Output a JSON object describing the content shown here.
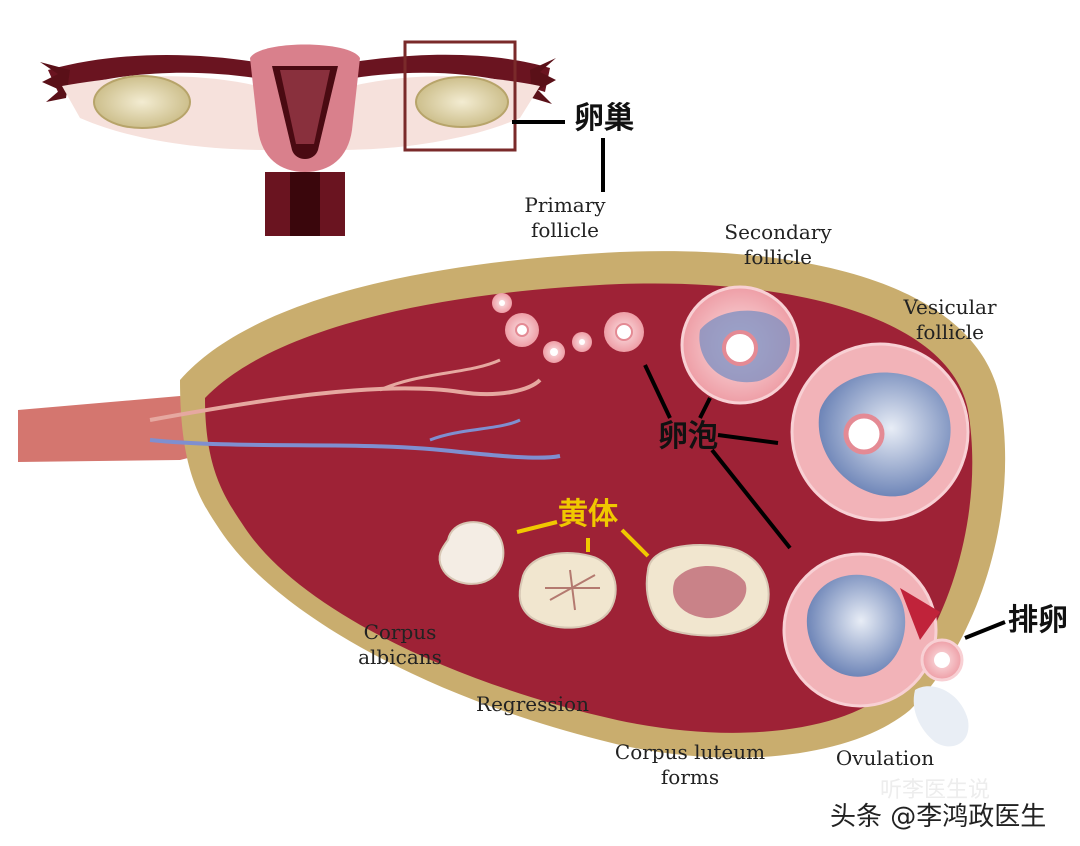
{
  "labels": {
    "primary_follicle": [
      "Primary",
      "follicle"
    ],
    "secondary_follicle": [
      "Secondary",
      "follicle"
    ],
    "vesicular_follicle": [
      "Vesicular",
      "follicle"
    ],
    "corpus_albicans": [
      "Corpus",
      "albicans"
    ],
    "regression": "Regression",
    "corpus_luteum_forms": [
      "Corpus luteum",
      "forms"
    ],
    "ovulation": "Ovulation"
  },
  "chinese_labels": {
    "ovary": "卵巢",
    "follicle": "卵泡",
    "corpus_luteum": "黄体",
    "ovulation": "排卵"
  },
  "watermark": {
    "faint": "听李医生说",
    "credit": "头条 @李鸿政医生"
  },
  "colors": {
    "ovary_capsule": "#c9ad6e",
    "ovary_interior": "#9e2236",
    "follicle_pink": "#f2b3b8",
    "follicle_blue": "#6f86b8",
    "corpus_luteum_cream": "#f1e6cf",
    "label_yellow": "#f0c800",
    "uterus_pink": "#d9808c"
  }
}
